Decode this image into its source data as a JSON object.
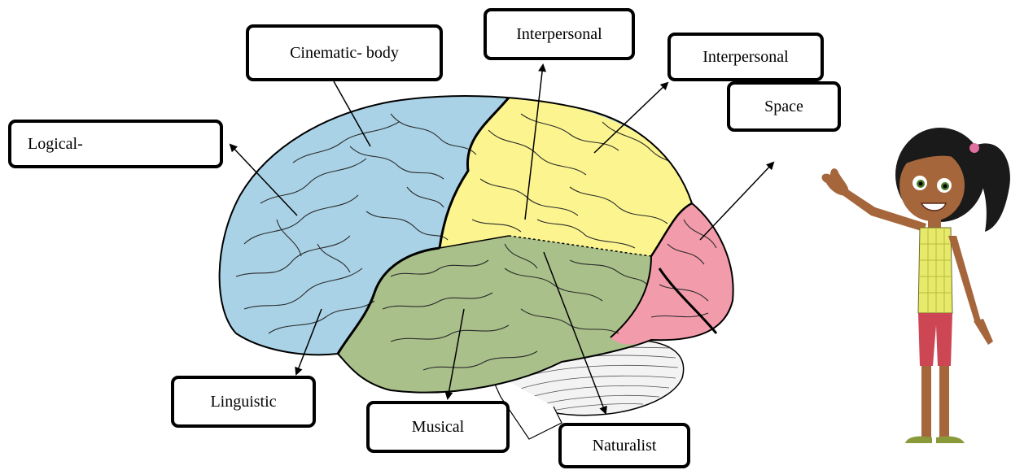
{
  "labels": {
    "cinematic_body": "Cinematic- body",
    "interpersonal_top": "Interpersonal",
    "interpersonal_right": "Interpersonal",
    "space": "Space",
    "logical": "Logical-",
    "linguistic": "Linguistic",
    "musical": "Musical",
    "naturalist": "Naturalist"
  },
  "colors": {
    "frontal_lobe": "#a9d2e6",
    "parietal_lobe": "#fcf58f",
    "temporal_lobe": "#a9c08a",
    "occipital_lobe": "#f29bab",
    "cerebellum": "#f3f3f3",
    "outline": "#000000",
    "girl_skin": "#a5663c",
    "girl_hair": "#1a1a1a",
    "girl_top": "#e6e96a",
    "girl_pants": "#cc4654"
  },
  "icons": [
    "brain-illustration",
    "girl-character-illustration",
    "arrow"
  ]
}
